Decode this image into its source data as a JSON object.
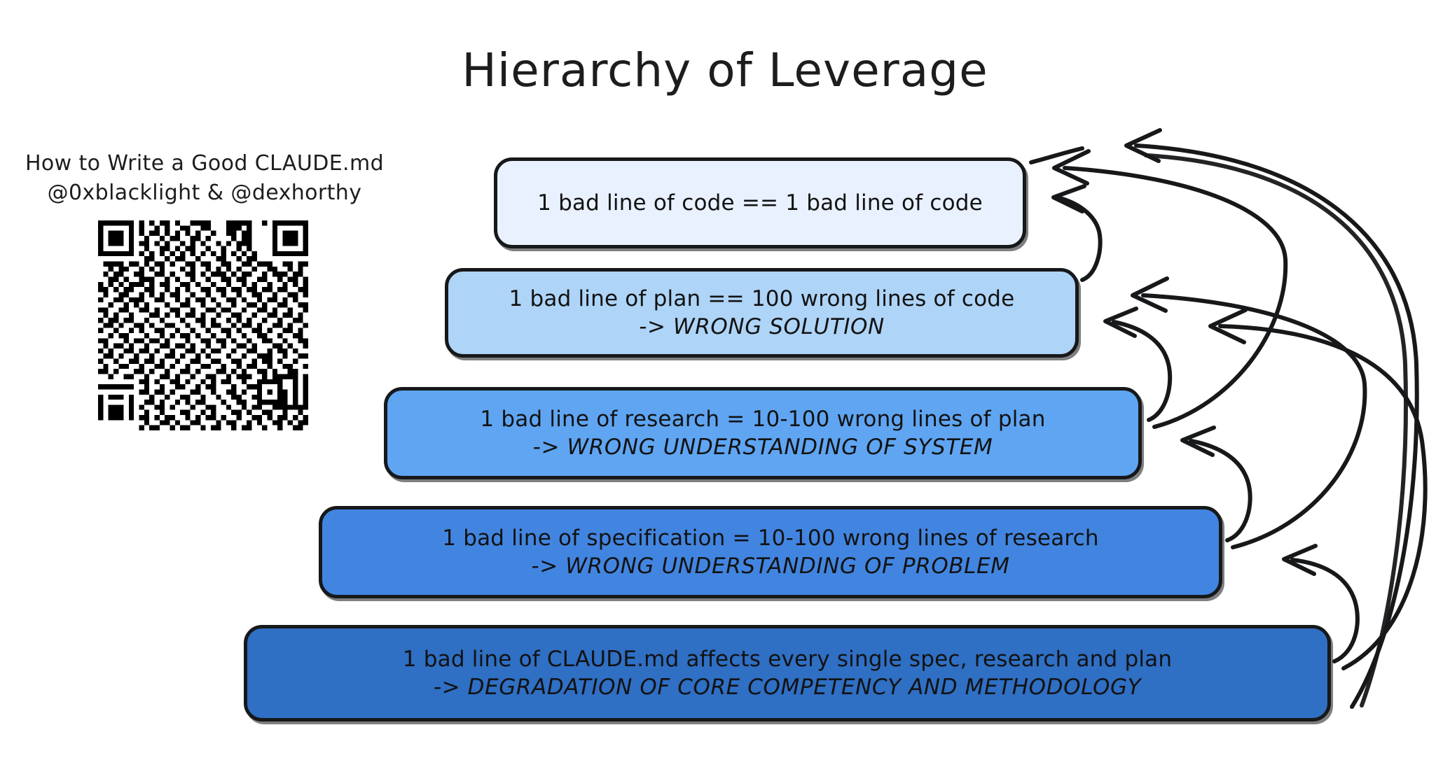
{
  "title": "Hierarchy of Leverage",
  "caption": {
    "line1": "How to Write a Good CLAUDE.md",
    "line2": "@0xblacklight & @dexhorthy"
  },
  "qr": {
    "name": "qr-code"
  },
  "colors": {
    "bar_code": "#e8f1fd",
    "bar_plan": "#aed4f7",
    "bar_research": "#5fa5f2",
    "bar_spec": "#4285e0",
    "bar_claudemd": "#2f6fc4",
    "outline": "#17181a",
    "text": "#121212",
    "background": "#ffffff"
  },
  "levels": [
    {
      "id": "code",
      "line1": "1 bad line of code == 1 bad line of code",
      "line2": "",
      "fill": "#e8f1fd"
    },
    {
      "id": "plan",
      "line1": "1 bad line of plan == 100 wrong lines of code",
      "line2": "-> WRONG SOLUTION",
      "fill": "#aed4f7"
    },
    {
      "id": "research",
      "line1": "1 bad line of research = 10-100 wrong lines of plan",
      "line2": "-> WRONG UNDERSTANDING OF SYSTEM",
      "fill": "#5fa5f2"
    },
    {
      "id": "specification",
      "line1": "1 bad line of specification = 10-100 wrong lines of research",
      "line2": "-> WRONG UNDERSTANDING OF PROBLEM",
      "fill": "#4285e0"
    },
    {
      "id": "claude-md",
      "line1": "1 bad line of CLAUDE.md affects every single spec, research and plan",
      "line2": "-> DEGRADATION OF CORE COMPETENCY AND METHODOLOGY",
      "fill": "#2f6fc4"
    }
  ],
  "arrows": {
    "description": "curved hand-drawn arrows from each lower level pointing up to every level above it",
    "count": 10
  }
}
